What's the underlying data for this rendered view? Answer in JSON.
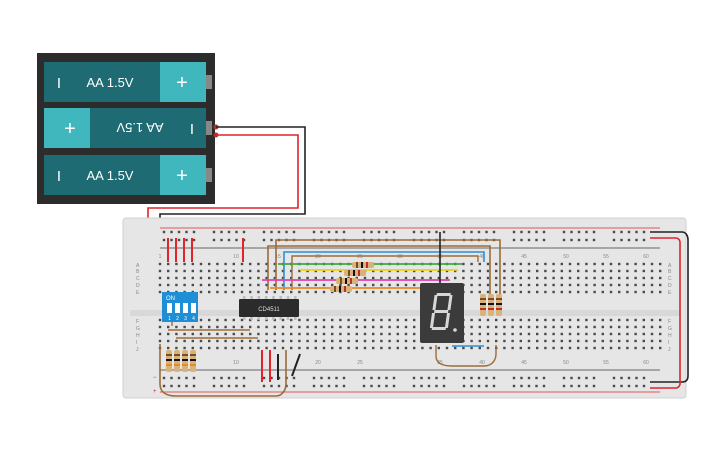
{
  "battery": {
    "cells": [
      {
        "label": "AA 1.5V",
        "neg": "I",
        "pos": "+",
        "flipped": false
      },
      {
        "label": "AA 1.5V",
        "neg": "I",
        "pos": "+",
        "flipped": true
      },
      {
        "label": "AA 1.5V",
        "neg": "I",
        "pos": "+",
        "flipped": false
      }
    ]
  },
  "breadboard": {
    "col_numbers": [
      "1",
      "10",
      "15",
      "20",
      "25",
      "30",
      "35",
      "40",
      "45",
      "50",
      "55",
      "60"
    ],
    "rows_top": [
      "A",
      "B",
      "C",
      "D",
      "E"
    ],
    "rows_bottom": [
      "F",
      "G",
      "H",
      "I",
      "J"
    ],
    "rail_minus": "−",
    "rail_plus": "+"
  },
  "chip": {
    "label": "CD4511"
  },
  "dip_switch": {
    "label": "ON",
    "numbers": [
      "1",
      "2",
      "3",
      "4"
    ]
  },
  "seven_segment": {
    "digit": "8",
    "dp": true
  },
  "colors": {
    "battery_body": "#2c2c2c",
    "cell": "#1e6b73",
    "cell_terminal": "#3fb7bd",
    "wire_red": "#e0242a",
    "wire_black": "#222222",
    "wire_brown": "#9b6b3a",
    "wire_blue": "#2a8fd6",
    "wire_green": "#3caa3c",
    "wire_yellow": "#e8d020",
    "wire_magenta": "#e040b0",
    "wire_orange": "#e88a20",
    "breadboard": "#e6e6e6",
    "dip": "#1e8fd6",
    "display": "#3b3b3b"
  }
}
